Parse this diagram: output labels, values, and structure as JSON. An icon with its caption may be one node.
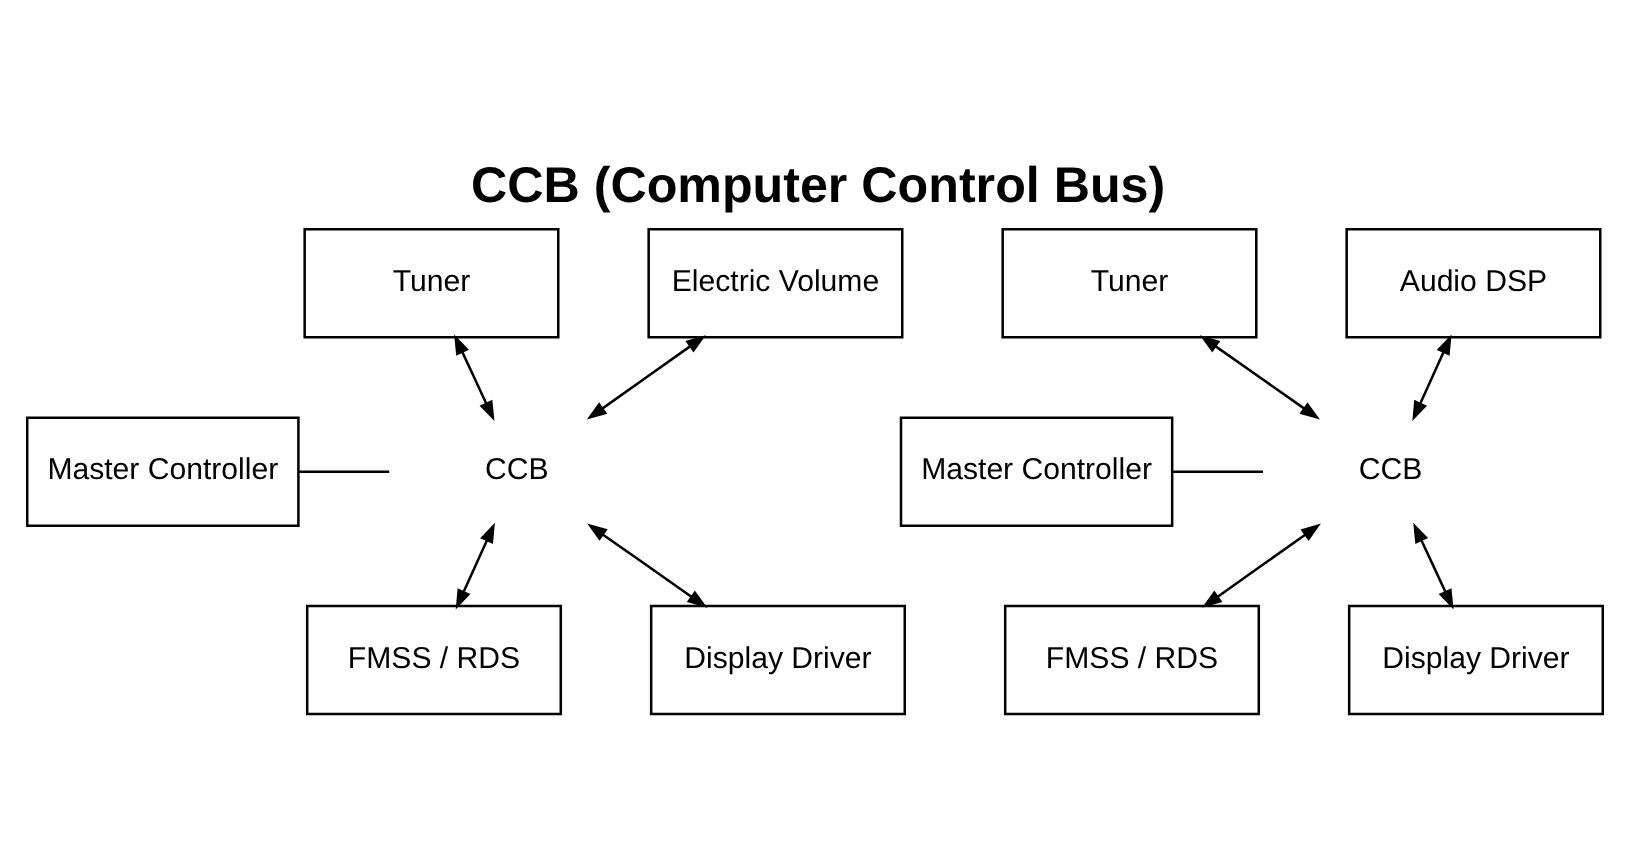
{
  "diagram": {
    "title": "CCB (Computer Control Bus)",
    "nodes": [
      {
        "text": [
          "Tuner"
        ]
      },
      {
        "text": [
          "Electric Volume"
        ]
      },
      {
        "text": [
          "Master Controller"
        ]
      },
      {
        "text": [
          "CCB"
        ]
      },
      {
        "text": [
          "FMSS / RDS"
        ]
      },
      {
        "text": [
          "Display Driver"
        ]
      },
      {
        "text": [
          "Tuner"
        ]
      },
      {
        "text": [
          "Audio DSP"
        ]
      },
      {
        "text": [
          "Master Controller"
        ]
      },
      {
        "text": [
          "CCB"
        ]
      },
      {
        "text": [
          "FMSS / RDS"
        ]
      },
      {
        "text": [
          "Display Driver"
        ]
      }
    ],
    "edges": [
      {
        "from": 2,
        "to": 3,
        "arrow": "none"
      },
      {
        "from": 0,
        "to": 3,
        "arrow": "both"
      },
      {
        "from": 1,
        "to": 3,
        "arrow": "both"
      },
      {
        "from": 3,
        "to": 4,
        "arrow": "both"
      },
      {
        "from": 3,
        "to": 5,
        "arrow": "both"
      },
      {
        "from": 8,
        "to": 9,
        "arrow": "none"
      },
      {
        "from": 6,
        "to": 9,
        "arrow": "both"
      },
      {
        "from": 7,
        "to": 9,
        "arrow": "both"
      },
      {
        "from": 9,
        "to": 10,
        "arrow": "both"
      },
      {
        "from": 9,
        "to": 11,
        "arrow": "both"
      }
    ]
  }
}
